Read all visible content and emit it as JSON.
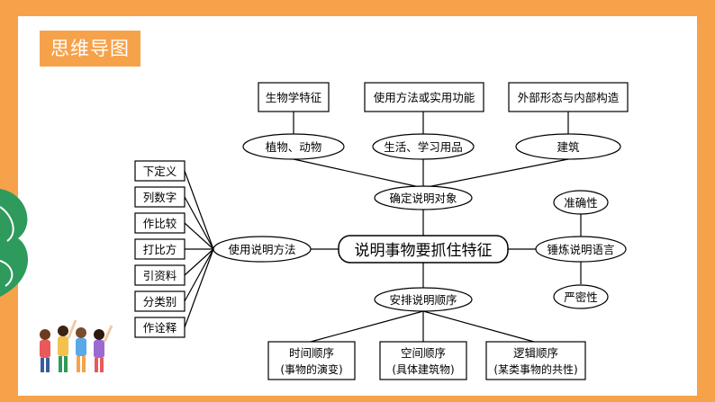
{
  "header": {
    "title": "思维导图"
  },
  "center": "说明事物要抓住特征",
  "top_branch": {
    "label": "确定说明对象",
    "items": [
      {
        "oval": "植物、动物",
        "box": "生物学特征"
      },
      {
        "oval": "生活、学习用品",
        "box": "使用方法或实用功能"
      },
      {
        "oval": "建筑",
        "box": "外部形态与内部构造"
      }
    ]
  },
  "left_branch": {
    "label": "使用说明方法",
    "items": [
      "下定义",
      "列数字",
      "作比较",
      "打比方",
      "引资料",
      "分类别",
      "作诠释"
    ]
  },
  "right_branch": {
    "label": "锤炼说明语言",
    "items": [
      "准确性",
      "严密性"
    ]
  },
  "bottom_branch": {
    "label": "安排说明顺序",
    "items": [
      {
        "line1": "时间顺序",
        "line2": "(事物的演变)"
      },
      {
        "line1": "空间顺序",
        "line2": "(具体建筑物)"
      },
      {
        "line1": "逻辑顺序",
        "line2": "(某类事物的共性)"
      }
    ]
  },
  "colors": {
    "accent": "#f6a24a",
    "leaf": "#2e9a5b",
    "line": "#000000"
  }
}
